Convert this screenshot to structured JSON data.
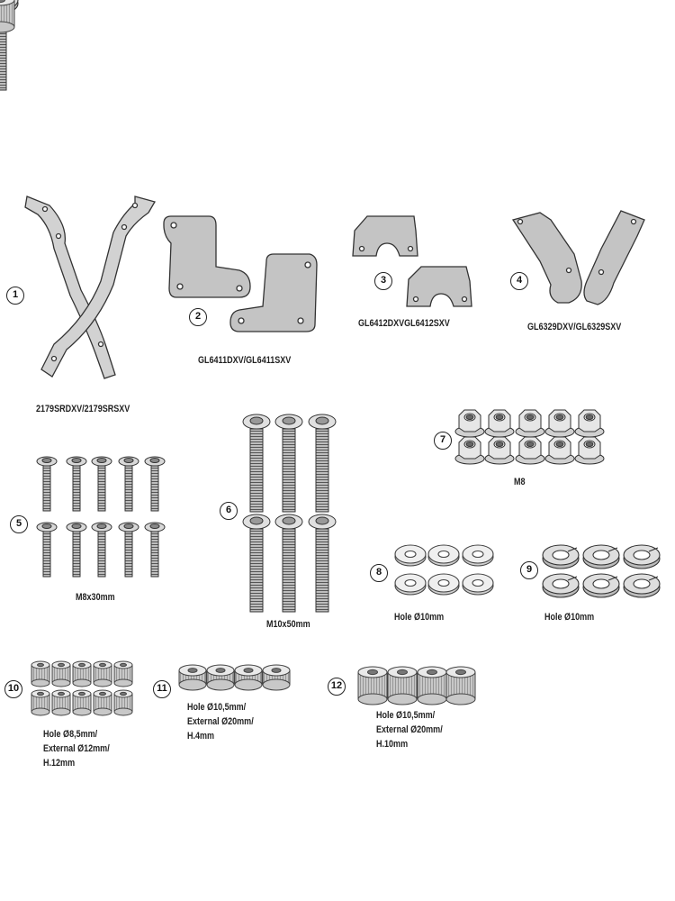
{
  "items": [
    {
      "number": "1",
      "label": "2179SRDXV/2179SRSXV"
    },
    {
      "number": "2",
      "label": "GL6411DXV/GL6411SXV"
    },
    {
      "number": "3",
      "label": "GL6412DXVGL6412SXV"
    },
    {
      "number": "4",
      "label": "GL6329DXV/GL6329SXV"
    },
    {
      "number": "5",
      "label": "M8x30mm"
    },
    {
      "number": "6",
      "label": "M10x50mm"
    },
    {
      "number": "7",
      "label": "M8"
    },
    {
      "number": "8",
      "label": "Hole Ø10mm"
    },
    {
      "number": "9",
      "label": "Hole Ø10mm"
    },
    {
      "number": "10",
      "label_lines": [
        "Hole Ø8,5mm/",
        "External Ø12mm/",
        "H.12mm"
      ]
    },
    {
      "number": "11",
      "label_lines": [
        "Hole Ø10,5mm/",
        "External Ø20mm/",
        "H.4mm"
      ]
    },
    {
      "number": "12",
      "label_lines": [
        "Hole Ø10,5mm/",
        "External Ø20mm/",
        "H.10mm"
      ]
    }
  ]
}
